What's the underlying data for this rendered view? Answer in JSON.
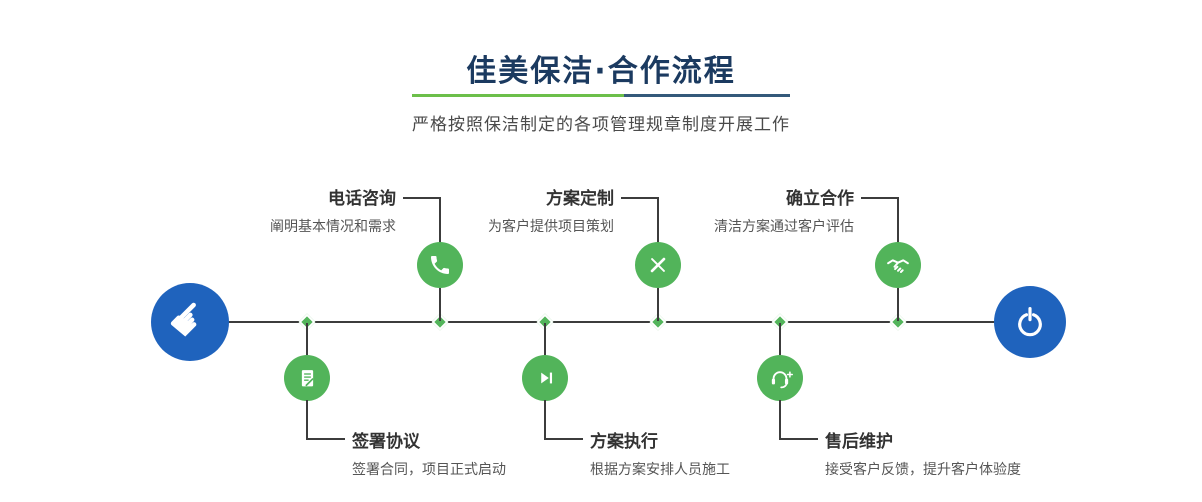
{
  "header": {
    "title": "佳美保洁·合作流程",
    "subtitle": "严格按照保洁制定的各项管理规章制度开展工作"
  },
  "steps": {
    "top": [
      {
        "title": "电话咨询",
        "desc": "阐明基本情况和需求",
        "icon": "phone-icon"
      },
      {
        "title": "方案定制",
        "desc": "为客户提供项目策划",
        "icon": "design-icon"
      },
      {
        "title": "确立合作",
        "desc": "清洁方案通过客户评估",
        "icon": "handshake-icon"
      }
    ],
    "bottom": [
      {
        "title": "签署协议",
        "desc": "签署合同，项目正式启动",
        "icon": "contract-icon"
      },
      {
        "title": "方案执行",
        "desc": "根据方案安排人员施工",
        "icon": "play-next-icon"
      },
      {
        "title": "售后维护",
        "desc": "接受客户反馈，提升客户体验度",
        "icon": "headset-icon"
      }
    ],
    "start_icon": "hand-pointer-icon",
    "end_icon": "power-icon"
  },
  "colors": {
    "step_green": "#52b45a",
    "endpoint_blue": "#1f63bd",
    "title_navy": "#1b3a60",
    "underline_green": "#6cbf4a",
    "underline_blue": "#34597a",
    "line": "#3c3c3c"
  }
}
